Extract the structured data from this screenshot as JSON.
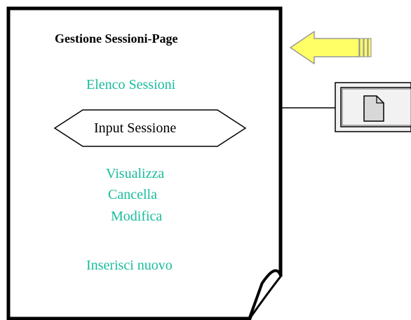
{
  "page": {
    "title": "Gestione Sessioni-Page",
    "links": {
      "elenco": "Elenco Sessioni",
      "visualizza": "Visualizza",
      "cancella": "Cancella",
      "modifica": "Modifica",
      "inserisci": "Inserisci nuovo"
    },
    "input_label": "Input Sessione"
  },
  "icons": {
    "arrow": "left-arrow-icon",
    "document": "document-icon"
  },
  "colors": {
    "link": "#1abc9c",
    "arrow_fill": "#ffff66",
    "doc_fill": "#d8d8d8",
    "button_face": "#f2f2f2"
  }
}
